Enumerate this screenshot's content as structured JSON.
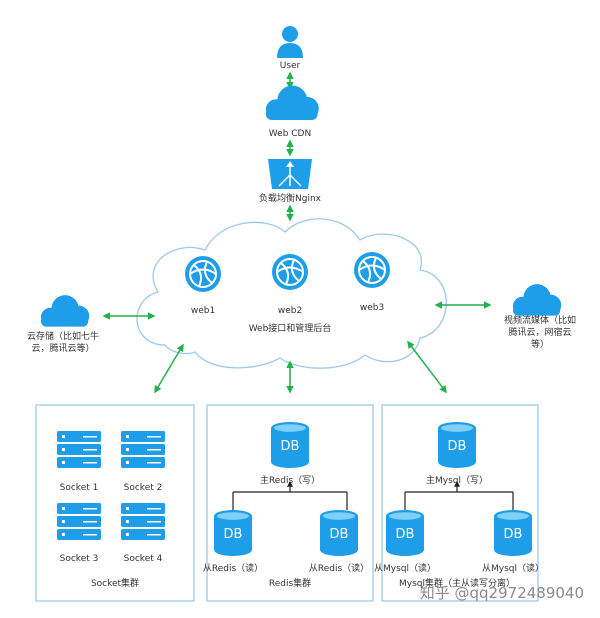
{
  "labels": {
    "user": "User",
    "cdn": "Web CDN",
    "lb": "负载均衡Nginx",
    "web1": "web1",
    "web2": "web2",
    "web3": "web3",
    "backend": "Web接口和管理后台",
    "storage_line1": "云存储（比如七牛",
    "storage_line2": "云，腾讯云等）",
    "video_line1": "视频流媒体（比如",
    "video_line2": "腾讯云，网宿云",
    "video_line3": "等）"
  },
  "socket_cluster": {
    "title": "Socket集群",
    "servers": [
      "Socket 1",
      "Socket 2",
      "Socket 3",
      "Socket 4"
    ]
  },
  "redis_cluster": {
    "title": "Redis集群",
    "master": "主Redis（写）",
    "slaves": [
      "从Redis（读）",
      "从Redis（读）"
    ]
  },
  "mysql_cluster": {
    "title": "Mysql集群（主从读写分离）",
    "master": "主Mysql（写）",
    "slaves": [
      "从Mysql（读）",
      "从Mysql（读）"
    ]
  },
  "db_label": "DB",
  "watermark": "知乎 @qq2972489040",
  "colors": {
    "icon_blue": "#1e9ee8",
    "arrow_green": "#22b14c",
    "frame_blue": "#9fcbe8",
    "tree_line": "#222222"
  }
}
